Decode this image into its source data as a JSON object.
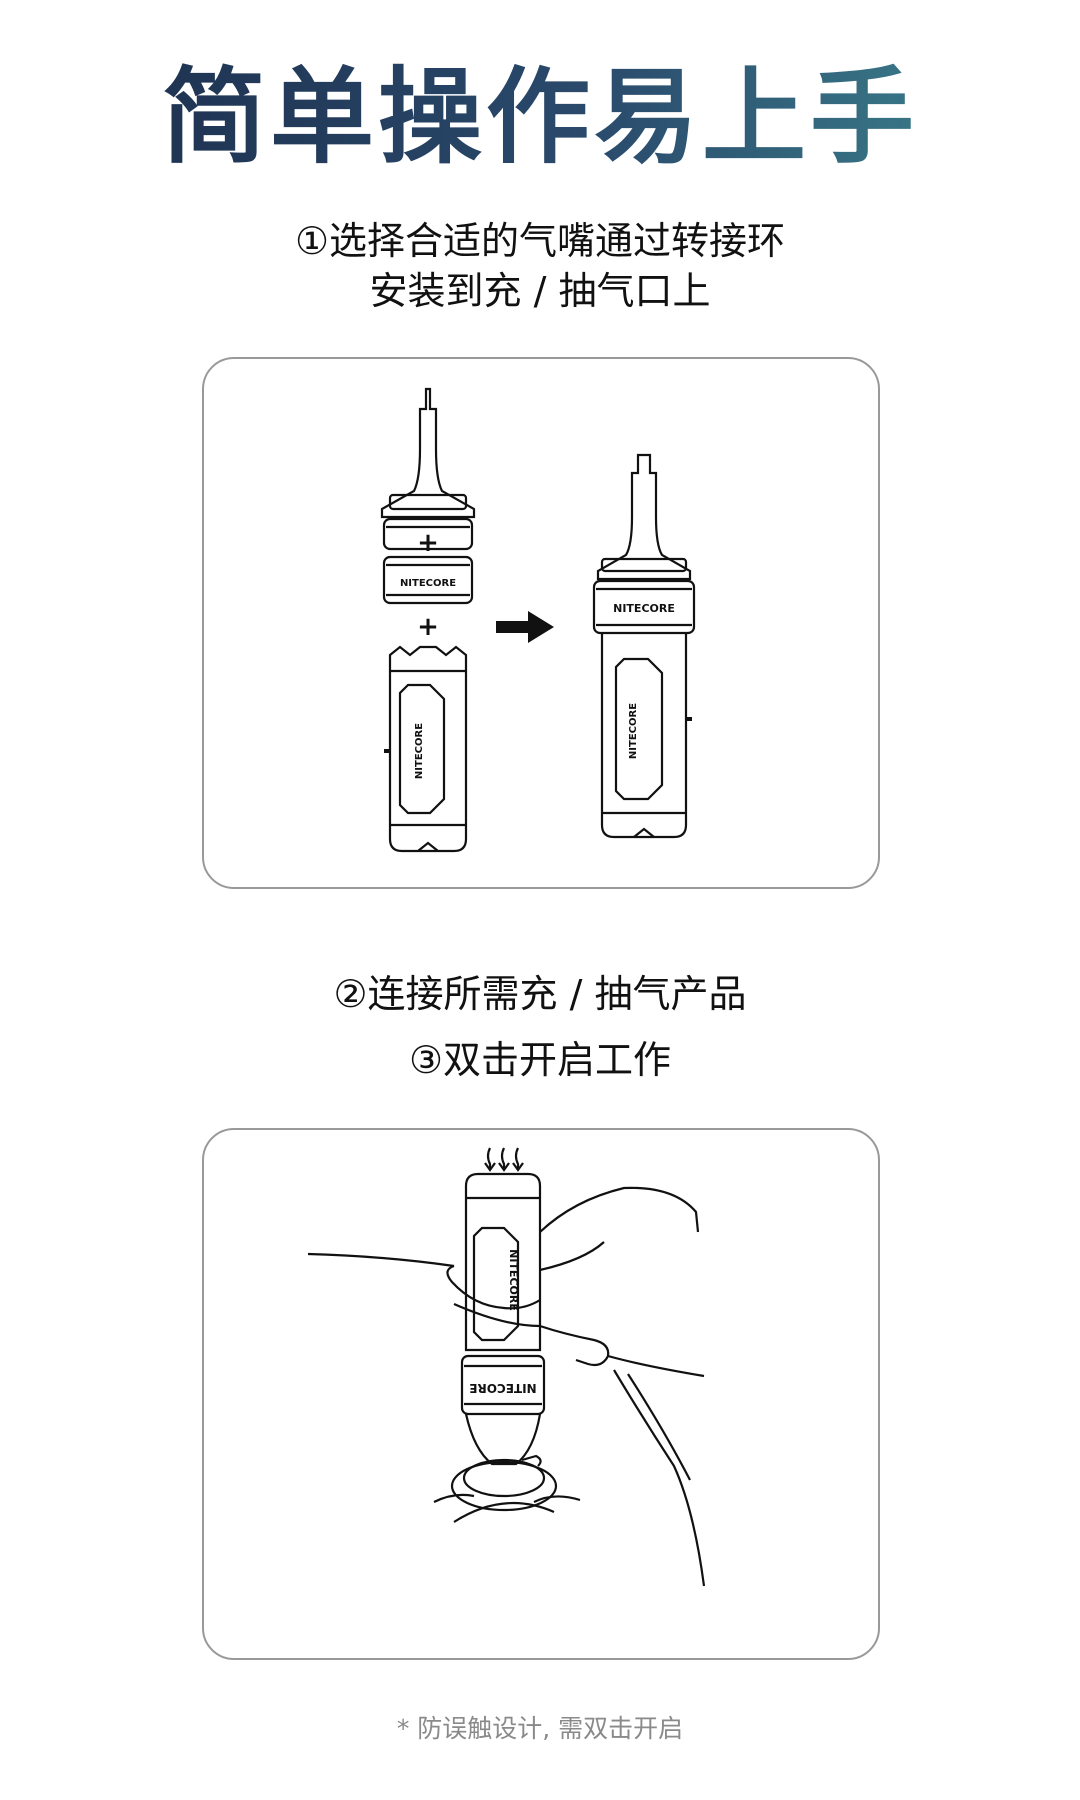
{
  "header": {
    "title": "简单操作易上手"
  },
  "step1": {
    "line1": "①选择合适的气嘴通过转接环",
    "line2": "安装到充 / 抽气口上"
  },
  "steps23": {
    "step2": "②连接所需充 / 抽气产品",
    "step3": "③双击开启工作"
  },
  "illustration1": {
    "brand_text": "NITECORE",
    "plus_sign": "+"
  },
  "illustration2": {
    "brand_text": "NITECORE"
  },
  "footer": {
    "note": "* 防误触设计, 需双击开启"
  },
  "colors": {
    "title_start": "#1c2c4a",
    "title_end": "#3f8a92",
    "line": "#111111",
    "panel_border": "#999999",
    "note": "#8a8a8a"
  }
}
